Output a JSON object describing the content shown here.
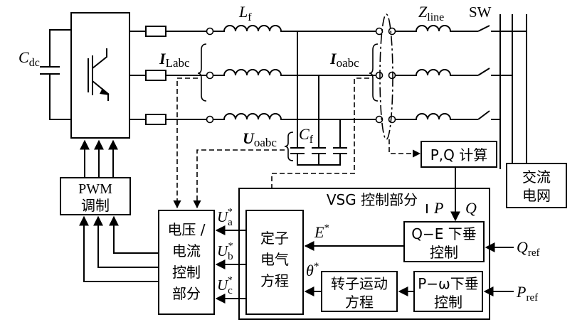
{
  "labels": {
    "cdc": "C",
    "cdc_sub": "dc",
    "lf": "L",
    "lf_sub": "f",
    "zline": "Z",
    "zline_sub": "line",
    "sw": "SW",
    "ilabc": "I",
    "ilabc_sub": "Labc",
    "ioabc": "I",
    "ioabc_sub": "oabc",
    "uoabc": "U",
    "uoabc_sub": "oabc",
    "cf": "C",
    "cf_sub": "f",
    "pq_calc": "P,Q 计算",
    "grid_line1": "交流",
    "grid_line2": "电网",
    "pwm_line1": "PWM",
    "pwm_line2": "调制",
    "vsg_title": "VSG 控制部分",
    "p": "P",
    "q": "Q",
    "e_star": "E",
    "theta_star": "θ",
    "star": "*",
    "qe_droop_line1": "Q−E 下垂",
    "qe_droop_line2": "控制",
    "pw_droop_line1": "P−ω下垂",
    "pw_droop_line2": "控制",
    "q_ref": "Q",
    "q_ref_sub": "ref",
    "p_ref": "P",
    "p_ref_sub": "ref",
    "stator_line1": "定子",
    "stator_line2": "电气",
    "stator_line3": "方程",
    "rotor_line1": "转子运动",
    "rotor_line2": "方程",
    "vc_line1": "电压 /",
    "vc_line2": "电流",
    "vc_line3": "控制",
    "vc_line4": "部分",
    "ua": "U",
    "ua_sub": "a",
    "ub": "U",
    "ub_sub": "b",
    "uc": "U",
    "uc_sub": "c"
  }
}
